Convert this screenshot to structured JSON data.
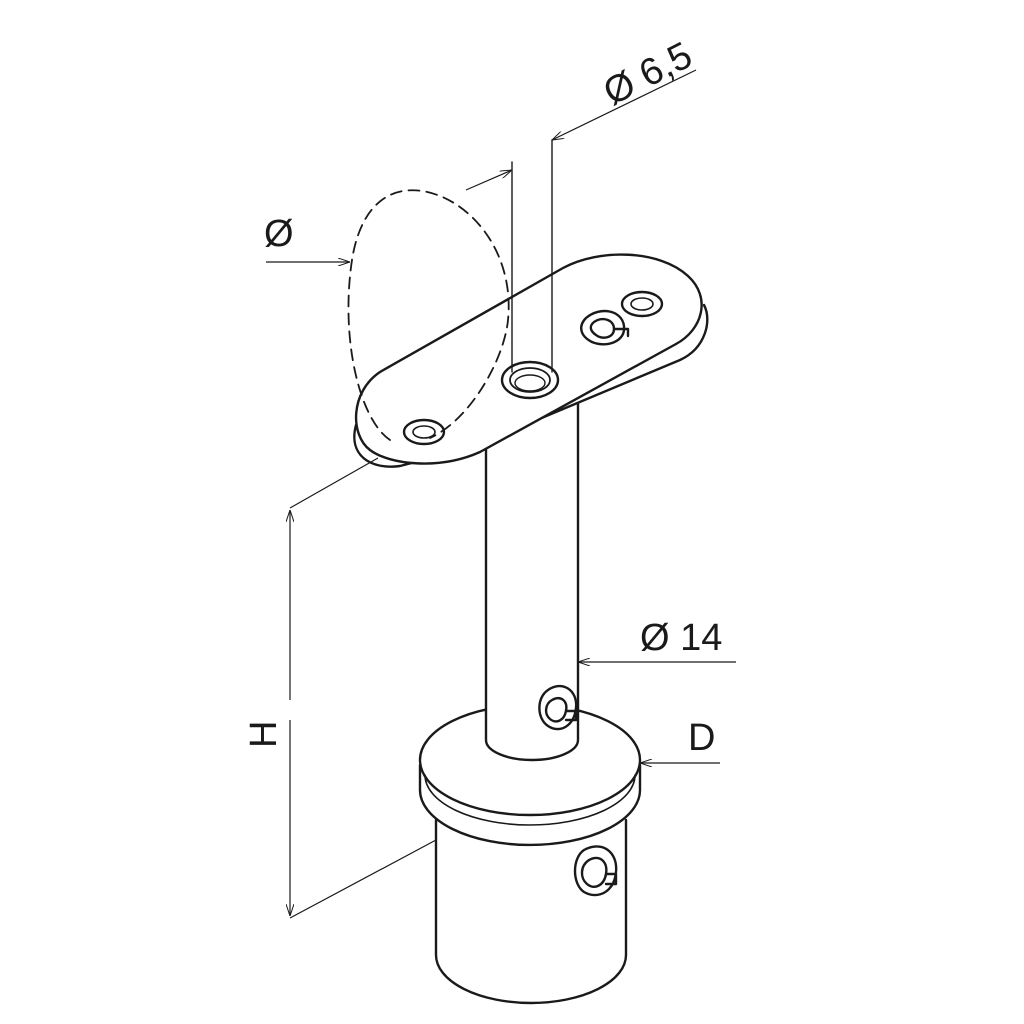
{
  "drawing": {
    "dimensions": {
      "bolt_diameter": "Ø 6,5",
      "rail_diameter": "Ø",
      "post_diameter": "Ø 14",
      "cup_diameter": "D",
      "height": "H"
    },
    "colors": {
      "line": "#1a1a1a",
      "fill": "#ffffff",
      "hidden_line": "#1a1a1a"
    }
  }
}
